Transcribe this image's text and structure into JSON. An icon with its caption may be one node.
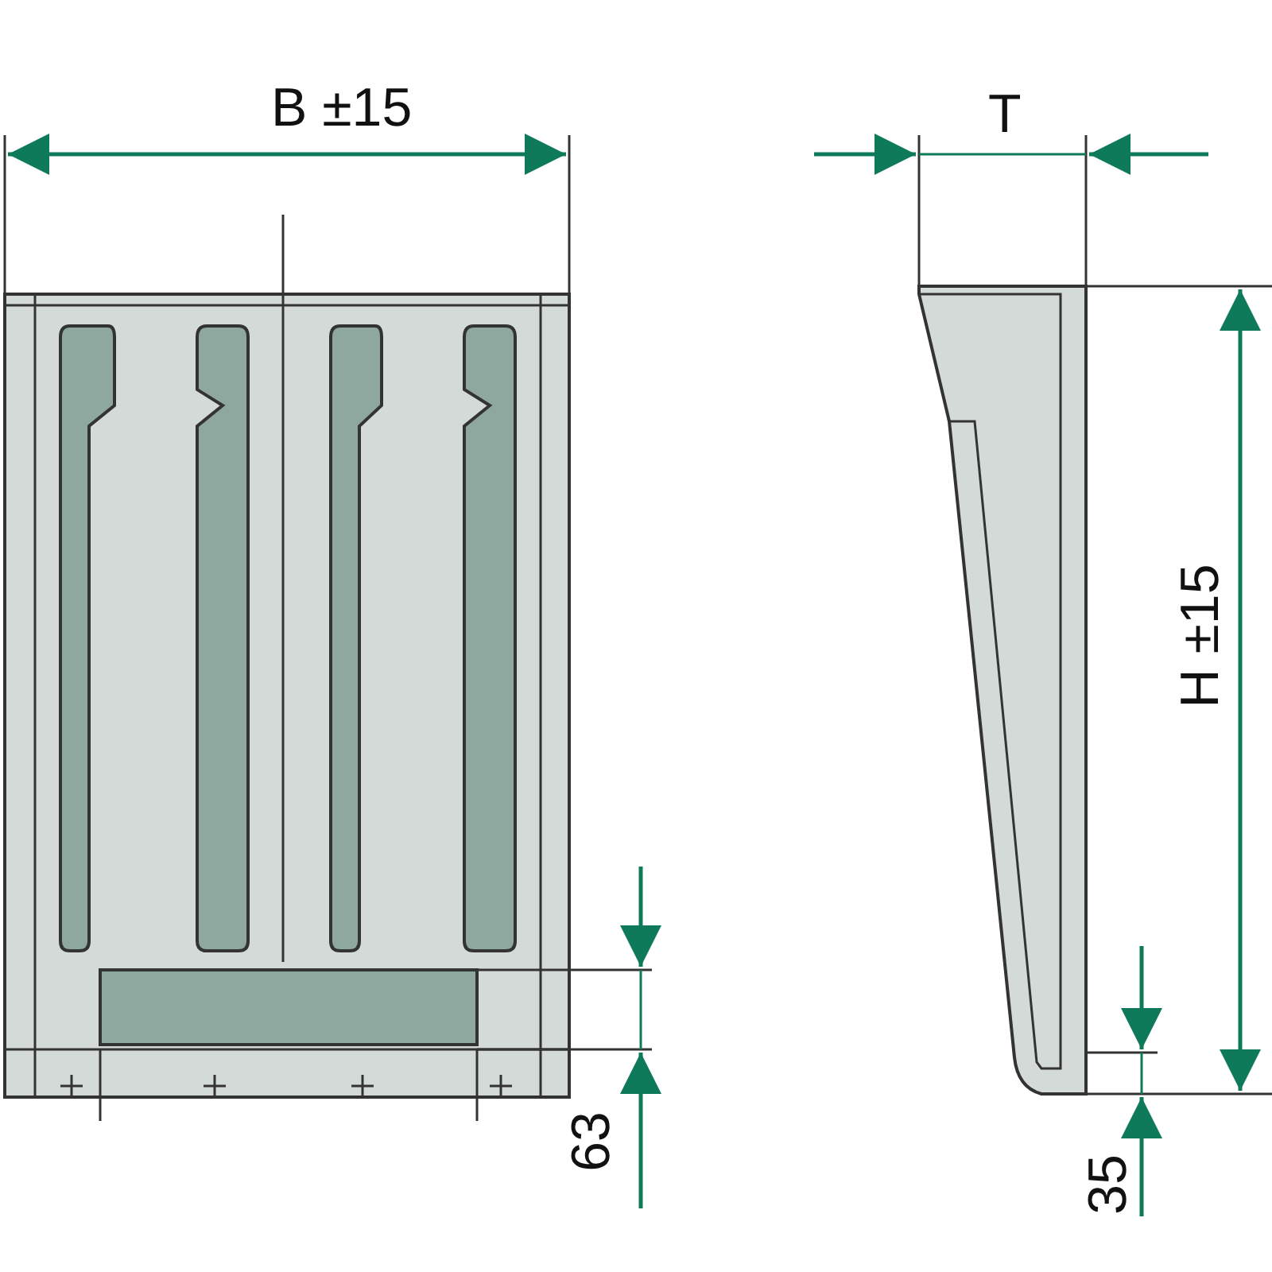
{
  "diagram": {
    "labels": [
      "B ±15",
      "T",
      "H ±15",
      "63",
      "35"
    ]
  }
}
